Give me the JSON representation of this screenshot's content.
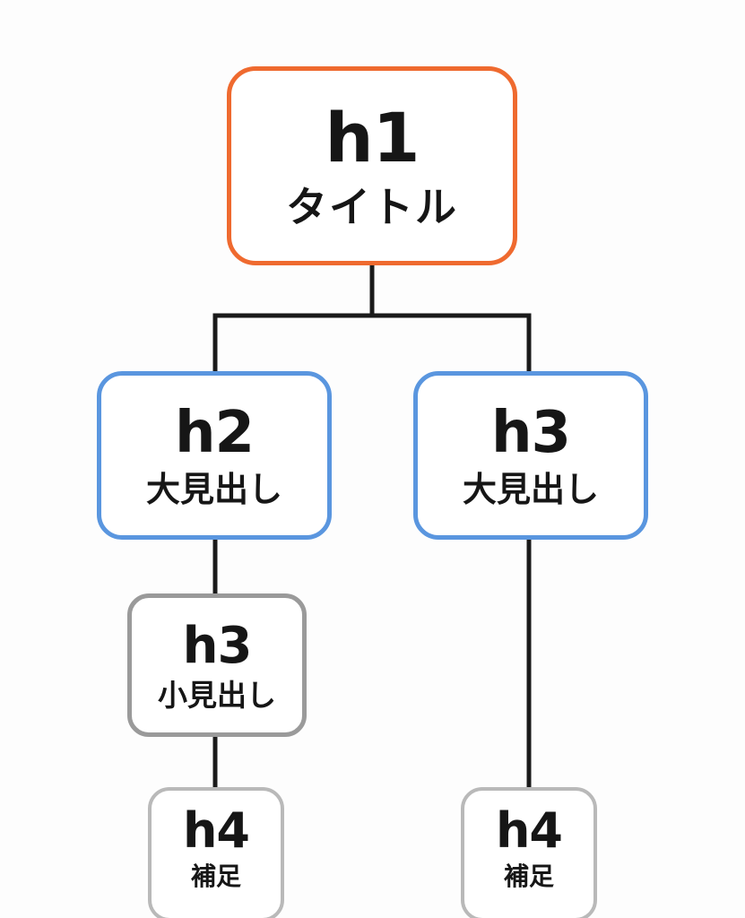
{
  "colors": {
    "h1_border": "#ef6a2f",
    "h2_border": "#5a96df",
    "h3_border": "#9a9a9a",
    "h4_border": "#b9b9b9",
    "connector": "#1a1a1a"
  },
  "nodes": {
    "h1": {
      "tag": "h1",
      "label": "タイトル"
    },
    "h2": {
      "tag": "h2",
      "label": "大見出し"
    },
    "h3_right": {
      "tag": "h3",
      "label": "大見出し"
    },
    "h3_small": {
      "tag": "h3",
      "label": "小見出し"
    },
    "h4_left": {
      "tag": "h4",
      "label": "補足"
    },
    "h4_right": {
      "tag": "h4",
      "label": "補足"
    }
  }
}
